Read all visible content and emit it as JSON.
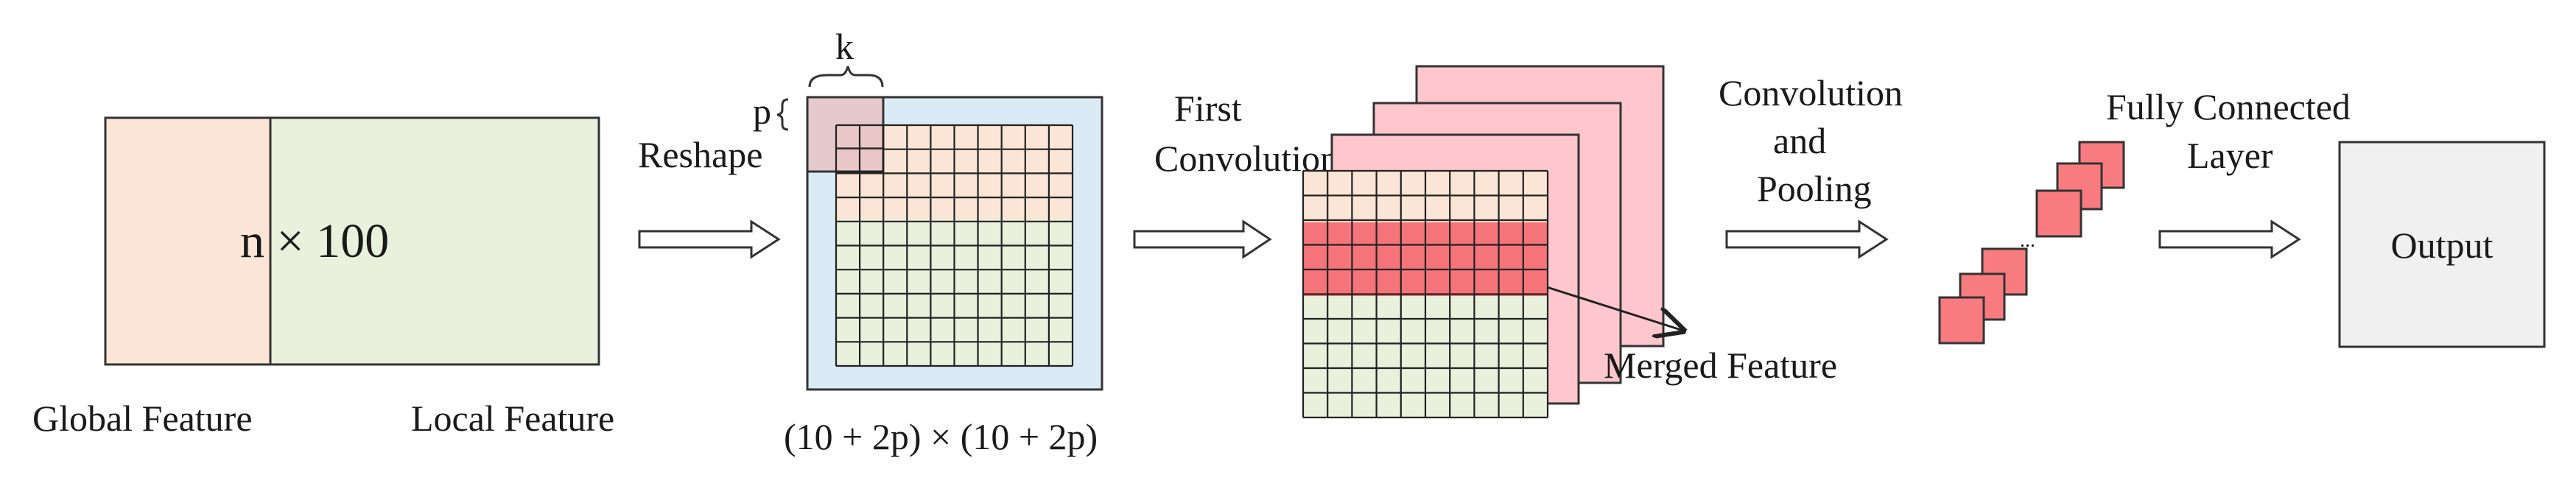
{
  "input_block": {
    "dimension_label": "n × 100",
    "global_caption": "Global Feature",
    "local_caption": "Local Feature"
  },
  "reshape": {
    "arrow_label": "Reshape",
    "kernel_label": "k",
    "padding_label": "p",
    "size_caption": "(10 + 2p) × (10 + 2p)"
  },
  "first_conv": {
    "arrow_label_line1": "First",
    "arrow_label_line2": "Convolution",
    "merged_label": "Merged Feature"
  },
  "conv_pool": {
    "label_line1": "Convolution",
    "label_line2": "and",
    "label_line3": "Pooling",
    "ellipsis": "..."
  },
  "fully_connected": {
    "label_line1": "Fully Connected",
    "label_line2": "Layer"
  },
  "output": {
    "label": "Output"
  },
  "colors": {
    "global_fill": "#fbe5d6",
    "local_fill": "#e9f0dc",
    "padding_fill": "#dbebf5",
    "kernel_fill": "#e6c3c5",
    "grid_fill": "#e9f0dc",
    "top_rows_fill": "#fbe5d6",
    "feature_map_fill": "#ffc7cd",
    "merged_row_fill": "#f4747a",
    "fc_square_fill": "#f87b80",
    "output_fill": "#f0f0f0"
  }
}
